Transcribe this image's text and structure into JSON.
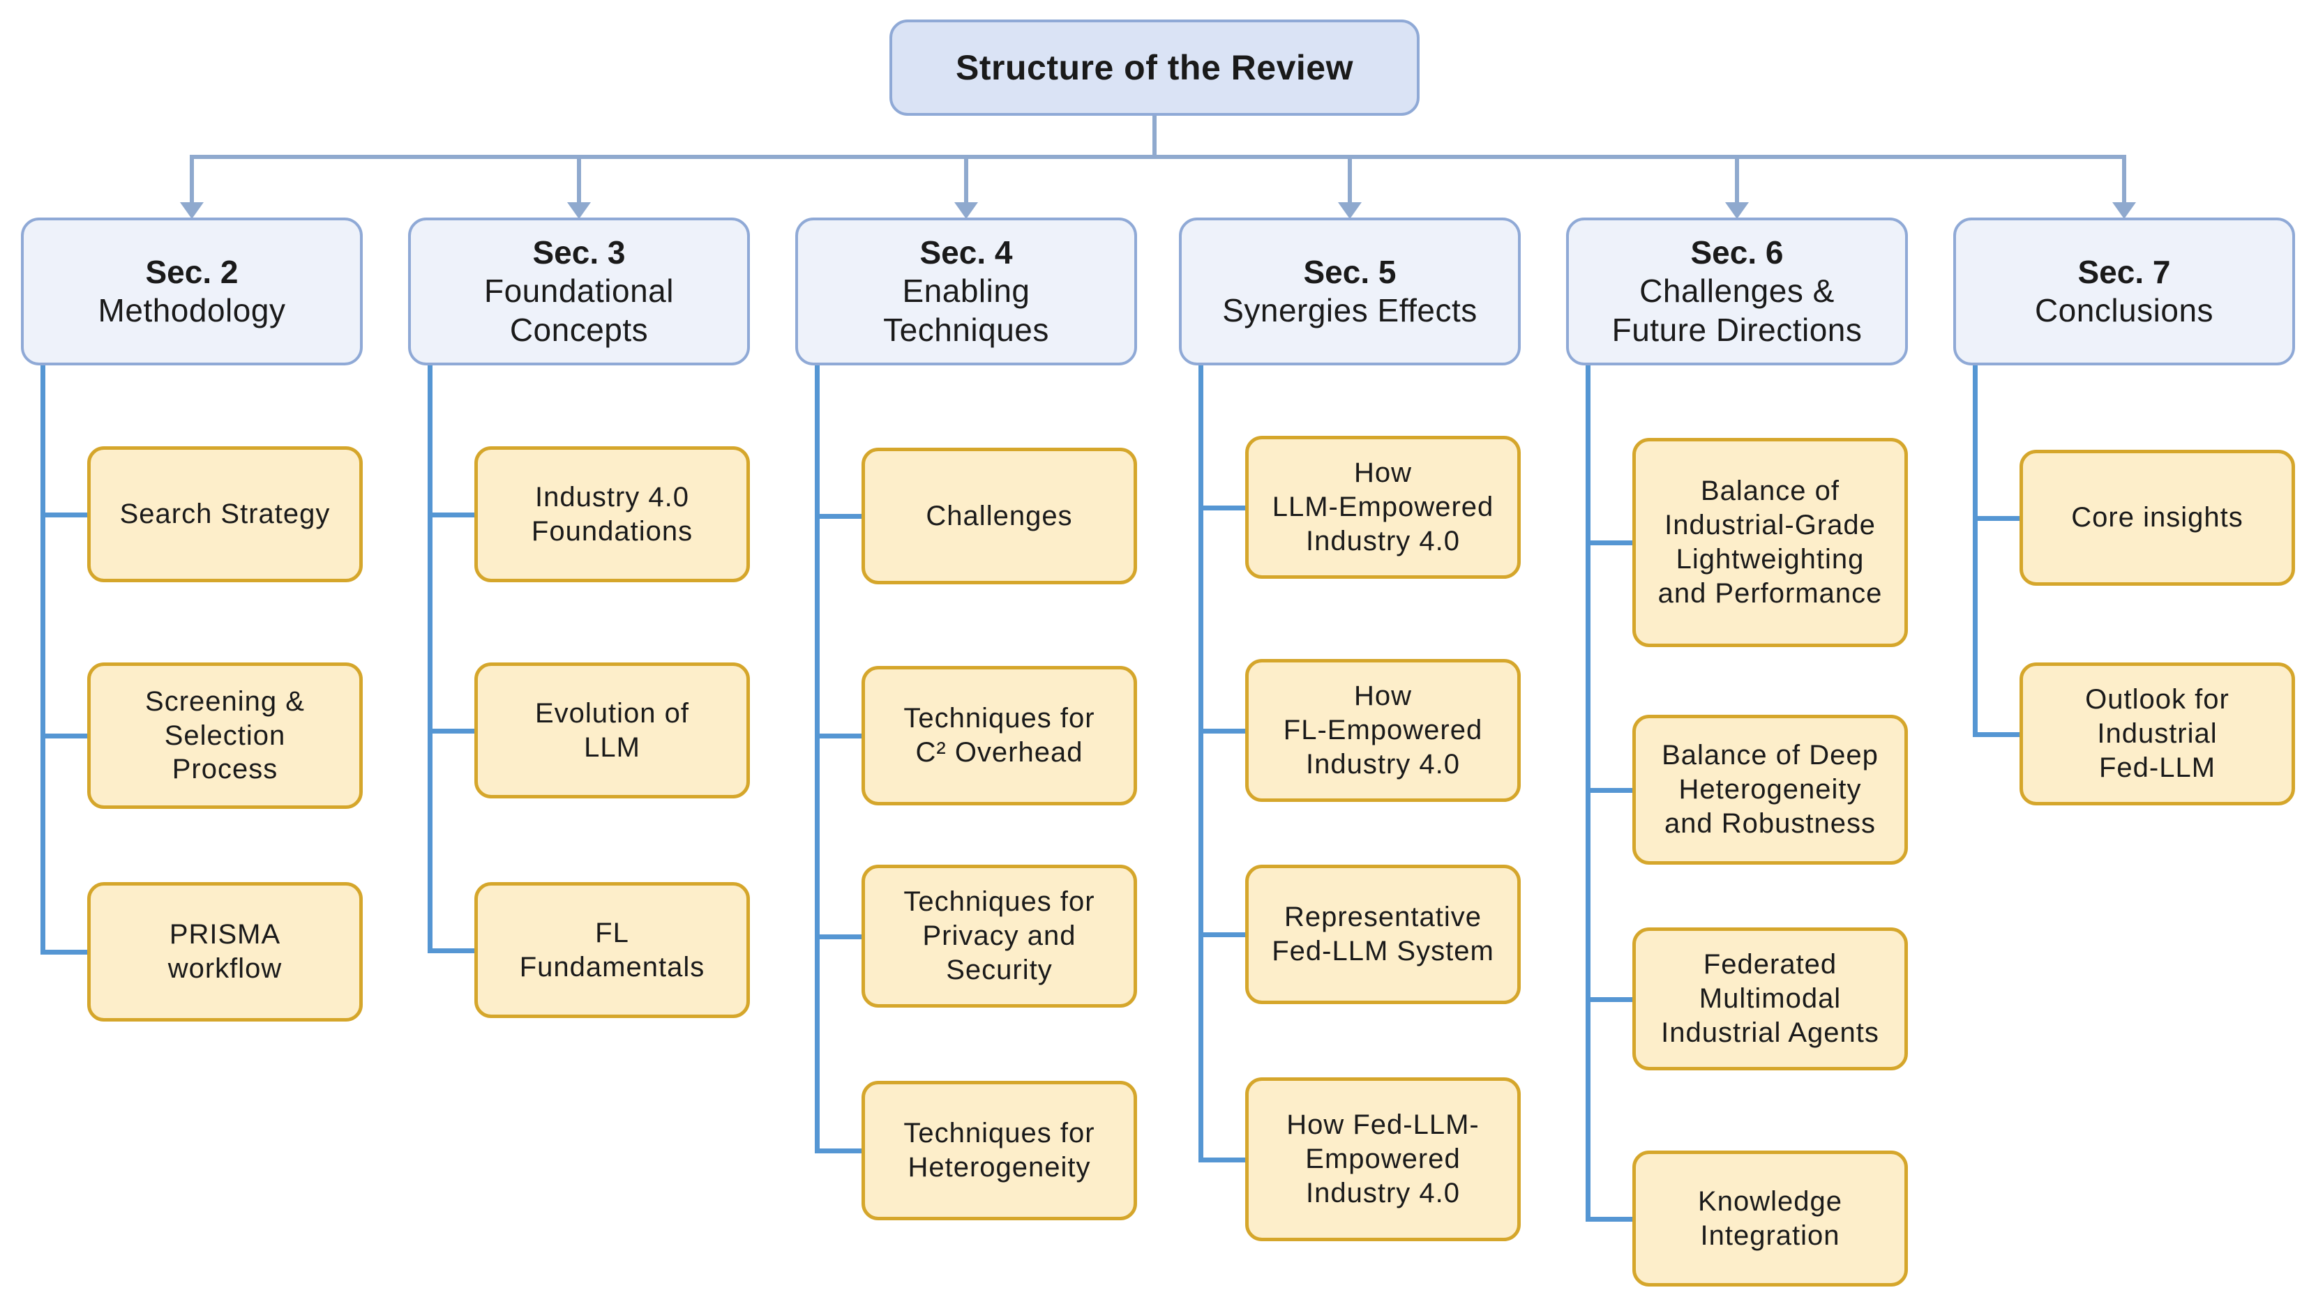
{
  "title": "Structure of the Review",
  "colors": {
    "title_fill": "#dae3f5",
    "section_fill": "#eef2fa",
    "blue_border": "#8fa9d6",
    "top_connector": "#8fa9ce",
    "branch_connector": "#5596d3",
    "child_fill": "#fdeeca",
    "child_border": "#d5a62b",
    "text": "#1a1a1a"
  },
  "sections": [
    {
      "number": "Sec. 2",
      "name": "Methodology",
      "children": [
        "Search Strategy",
        "Screening &\nSelection\nProcess",
        "PRISMA\nworkflow"
      ]
    },
    {
      "number": "Sec. 3",
      "name": "Foundational\nConcepts",
      "children": [
        "Industry 4.0\nFoundations",
        "Evolution of\nLLM",
        "FL\nFundamentals"
      ]
    },
    {
      "number": "Sec. 4",
      "name": "Enabling\nTechniques",
      "children": [
        "Challenges",
        "Techniques for\nC² Overhead",
        "Techniques for\nPrivacy and\nSecurity",
        "Techniques for\nHeterogeneity"
      ]
    },
    {
      "number": "Sec. 5",
      "name": "Synergies Effects",
      "children": [
        "How\nLLM-Empowered\nIndustry 4.0",
        "How\nFL-Empowered\nIndustry 4.0",
        "Representative\nFed-LLM System",
        "How Fed-LLM-\nEmpowered\nIndustry 4.0"
      ]
    },
    {
      "number": "Sec. 6",
      "name": "Challenges &\nFuture Directions",
      "children": [
        "Balance of\nIndustrial-Grade\nLightweighting\nand Performance",
        "Balance of Deep\nHeterogeneity\nand Robustness",
        "Federated\nMultimodal\nIndustrial Agents",
        "Knowledge\nIntegration"
      ]
    },
    {
      "number": "Sec. 7",
      "name": "Conclusions",
      "children": [
        "Core insights",
        "Outlook for\nIndustrial\nFed-LLM"
      ]
    }
  ]
}
